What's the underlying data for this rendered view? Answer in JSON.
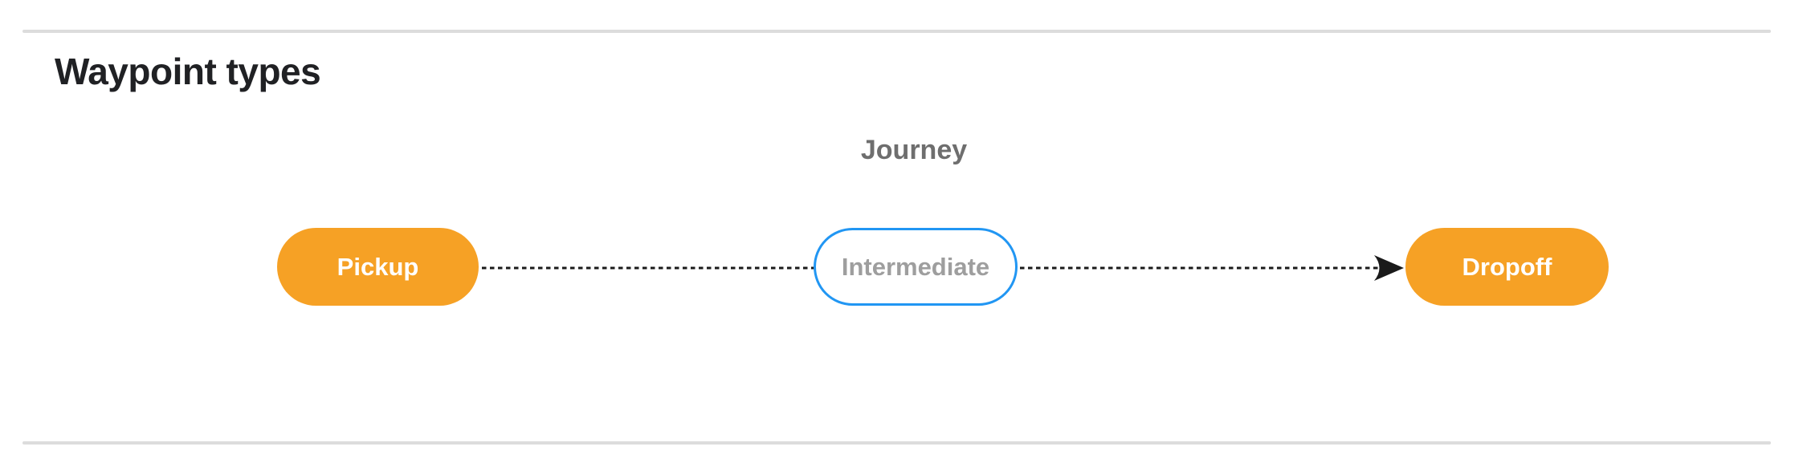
{
  "section": {
    "title": "Waypoint types"
  },
  "diagram": {
    "group_label": "Journey",
    "nodes": [
      {
        "id": "pickup",
        "label": "Pickup",
        "kind": "terminal-waypoint",
        "fill": "#F6A125",
        "text_color": "#FFFFFF"
      },
      {
        "id": "intermediate",
        "label": "Intermediate",
        "kind": "intermediate-waypoint",
        "fill": "#FFFFFF",
        "border_color": "#2196F3",
        "text_color": "#9E9E9E"
      },
      {
        "id": "dropoff",
        "label": "Dropoff",
        "kind": "terminal-waypoint",
        "fill": "#F6A125",
        "text_color": "#FFFFFF"
      }
    ],
    "edges": [
      {
        "from": "Pickup",
        "to": "Intermediate",
        "style": "dashed",
        "arrowhead": false
      },
      {
        "from": "Intermediate",
        "to": "Dropoff",
        "style": "dashed",
        "arrowhead": true
      }
    ],
    "edge_color": "#1A1A1A"
  },
  "colors": {
    "node_orange": "#F6A125",
    "outline_blue": "#2196F3",
    "muted_text": "#9E9E9E",
    "journey_gray": "#6E6E6E",
    "title_color": "#202124",
    "edge_black": "#1A1A1A",
    "divider_gray": "#DCDCDC",
    "page_bg": "#FFFFFF"
  }
}
